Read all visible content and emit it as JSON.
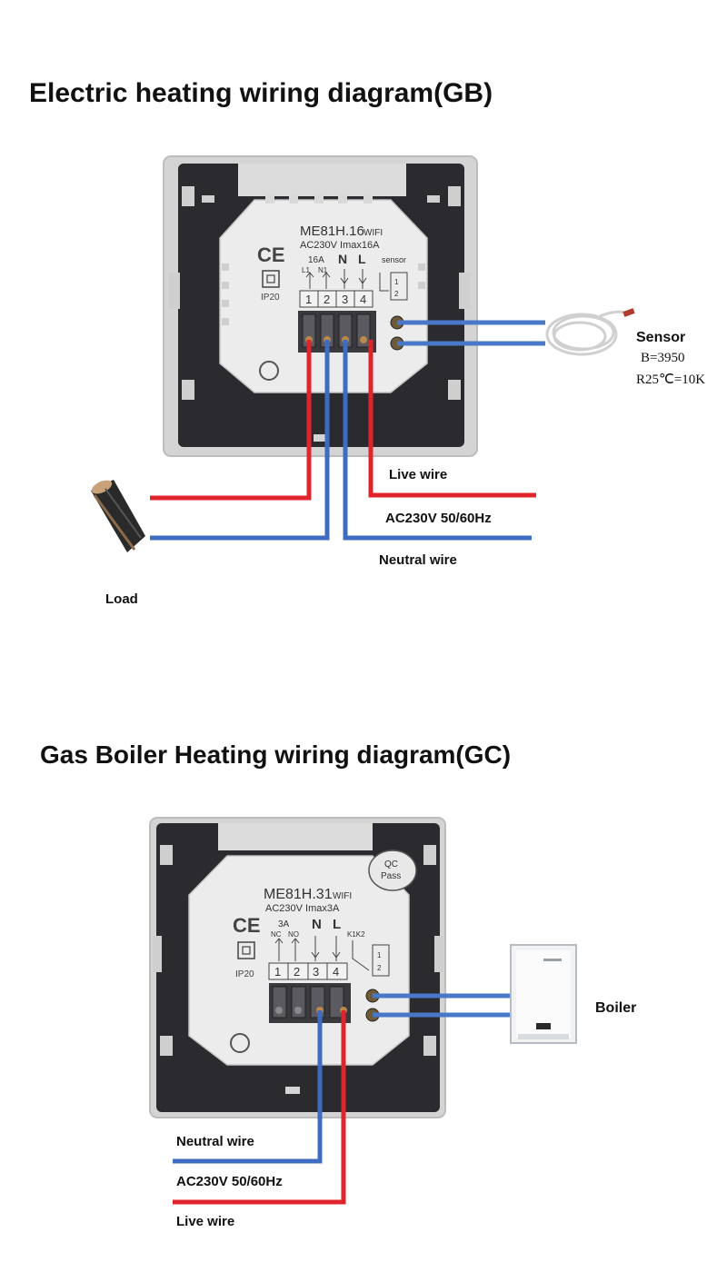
{
  "gb": {
    "title": "Electric heating wiring diagram(GB)",
    "module": {
      "model": "ME81H.16",
      "wifi": "WIFI",
      "rating": "AC230V Imax16A",
      "ce": "CE",
      "ip": "IP20",
      "current": "16A",
      "l1": "L1",
      "n1": "N1",
      "n": "N",
      "l": "L",
      "sensor_small": "sensor",
      "terminals": [
        "1",
        "2",
        "3",
        "4"
      ],
      "sensor_terminals": [
        "1",
        "2"
      ]
    },
    "labels": {
      "sensor": "Sensor",
      "sensor_b": "B=3950",
      "sensor_r": "R25℃=10K",
      "live": "Live wire",
      "ac": "AC230V 50/60Hz",
      "neutral": "Neutral wire",
      "load": "Load"
    }
  },
  "gc": {
    "title": "Gas Boiler Heating wiring diagram(GC)",
    "module": {
      "model": "ME81H.31",
      "wifi": "WIFI",
      "rating": "AC230V Imax3A",
      "ce": "CE",
      "ip": "IP20",
      "current": "3A",
      "nc": "NC",
      "no": "NO",
      "n": "N",
      "l": "L",
      "k1k2": "K1K2",
      "terminals": [
        "1",
        "2",
        "3",
        "4"
      ],
      "relay_terminals": [
        "1",
        "2"
      ],
      "qc1": "QC",
      "qc2": "Pass"
    },
    "labels": {
      "boiler": "Boiler",
      "neutral": "Neutral wire",
      "ac": "AC230V 50/60Hz",
      "live": "Live wire"
    }
  },
  "colors": {
    "live": "#e0242c",
    "neutral": "#3d6cc0",
    "sensor_wire": "#4a78c8",
    "plate": "#2b2b2f",
    "frame": "#d4d4d4",
    "module": "#ececec"
  }
}
